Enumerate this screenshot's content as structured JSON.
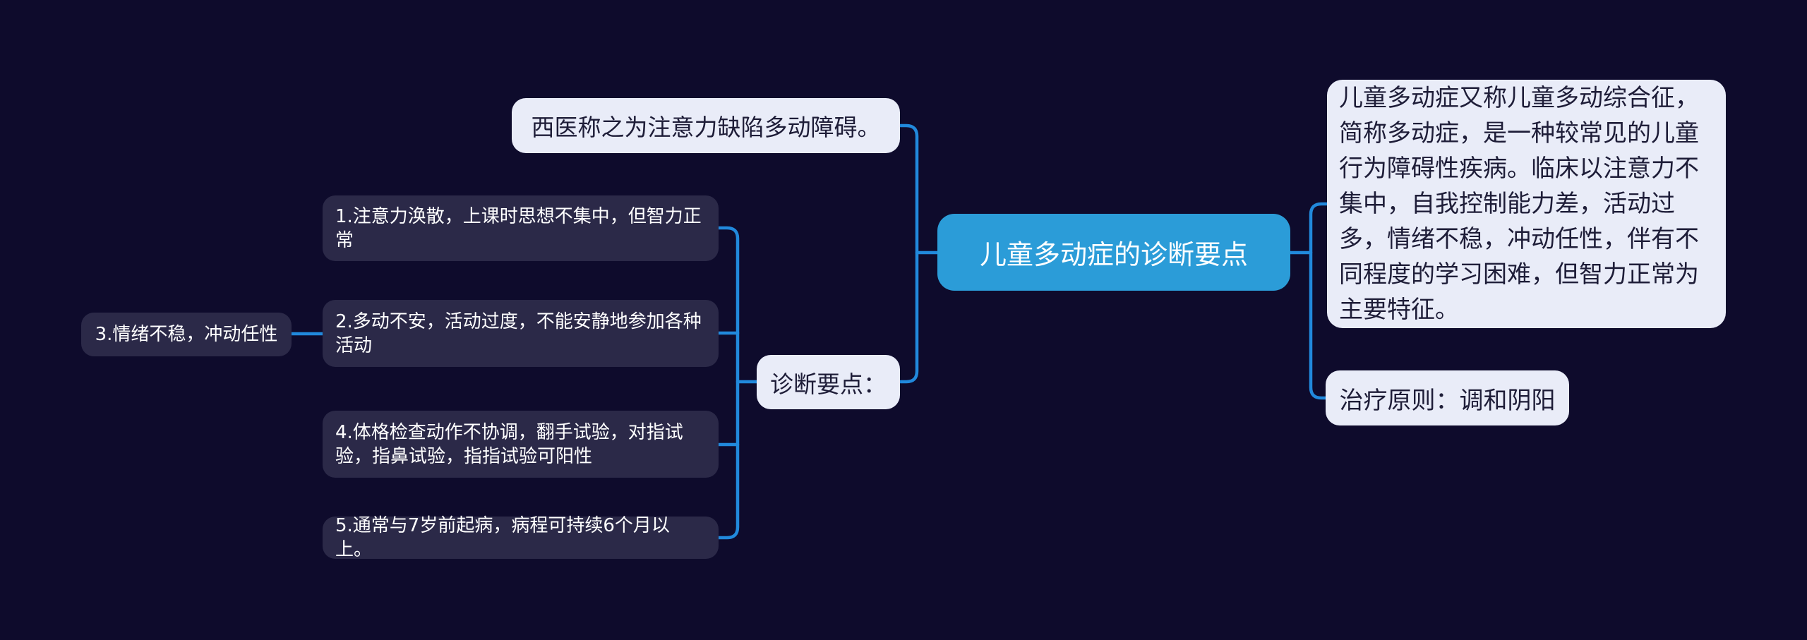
{
  "palette": {
    "background": "#0e0b2c",
    "node_dark_bg": "#2b2948",
    "node_light_bg": "#e9ecf8",
    "root_node_bg": "#2b9cd8",
    "connector": "#2189dc",
    "text_on_dark": "#ffffff",
    "text_on_light": "#1e1d38"
  },
  "root": {
    "label": "儿童多动症的诊断要点"
  },
  "left_branch": {
    "western_name": {
      "label": "西医称之为注意力缺陷多动障碍。"
    },
    "diagnosis": {
      "label": "诊断要点：",
      "items": [
        {
          "label": "1.注意力涣散，上课时思想不集中，但智力正常"
        },
        {
          "label": "2.多动不安，活动过度，不能安静地参加各种活动"
        },
        {
          "label": "4.体格检查动作不协调，翻手试验，对指试验，指鼻试验，指指试验可阳性"
        },
        {
          "label": "5.通常与7岁前起病，病程可持续6个月以上。"
        }
      ],
      "item3": {
        "label": "3.情绪不稳，冲动任性"
      }
    }
  },
  "right_branch": {
    "overview": {
      "label": "儿童多动症又称儿童多动综合征，简称多动症，是一种较常见的儿童行为障碍性疾病。临床以注意力不集中，自我控制能力差，活动过多，情绪不稳，冲动任性，伴有不同程度的学习困难，但智力正常为主要特征。"
    },
    "treatment": {
      "label": "治疗原则：调和阴阳"
    }
  }
}
